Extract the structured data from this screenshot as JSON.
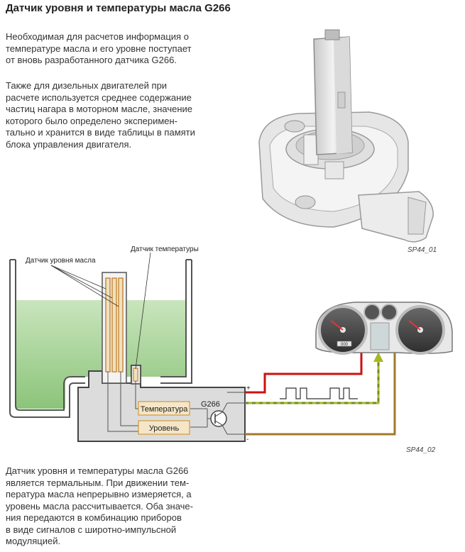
{
  "title": "Датчик уровня и температуры масла G266",
  "paragraphs": {
    "p1": "Необходимая для расчетов информация о\nтемпературе масла и его уровне поступает\nот вновь разработанного датчика G266.",
    "p2": "Также для дизельных двигателей при\nрасчете используется среднее содержание\nчастиц нагара в моторном масле, значение\nкоторого было определено эксперимен-\nтально и хранится в виде таблицы в памяти\nблока управления двигателя.",
    "p3": "Датчик уровня и температуры масла G266\nявляется термальным. При движении тем-\nпература масла непрерывно измеряется, а\nуровень масла рассчитывается. Оба значе-\nния передаются в комбинацию приборов\nв виде сигналов с широтно-импульсной\nмодуляцией."
  },
  "captions": {
    "photo": "SP44_01",
    "diagram": "SP44_02"
  },
  "diagram": {
    "level_sensor_label": "Датчик уровня масла",
    "temp_sensor_label": "Датчик температуры",
    "temperature_box": "Температура",
    "level_box": "Уровень",
    "component_label": "G266",
    "plus_sign": "+",
    "minus_sign": "-",
    "cluster_display": "000"
  },
  "colors": {
    "oil": "#a9d39a",
    "plus_wire": "#cc1111",
    "signal_wire": "#a8b820",
    "minus_wire": "#a07a2a",
    "box_fill": "#f5e6c8",
    "box_stroke": "#d19a3a",
    "housing": "#dcdcdc"
  }
}
